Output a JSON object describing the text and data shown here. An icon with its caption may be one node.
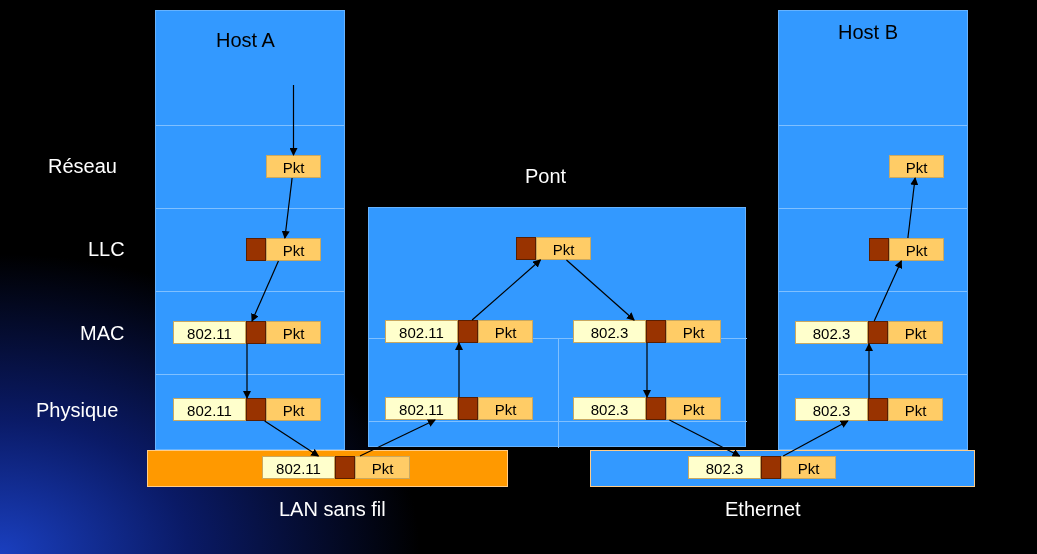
{
  "diagram": {
    "nodes": [
      {
        "text": [
          "Host A"
        ]
      },
      {
        "text": [
          "Pkt"
        ],
        "in": 0
      },
      {
        "text": [
          "Pkt"
        ],
        "in": 0
      },
      {
        "text": [
          "802.11",
          "Pkt"
        ],
        "in": 0
      },
      {
        "text": [
          "802.11",
          "Pkt"
        ],
        "in": 0
      },
      {
        "text": [
          "Pont"
        ]
      },
      {
        "text": [
          "Pkt"
        ],
        "in": 5
      },
      {
        "text": [
          "802.11",
          "Pkt"
        ],
        "in": 5
      },
      {
        "text": [
          "802.3",
          "Pkt"
        ],
        "in": 5
      },
      {
        "text": [
          "802.11",
          "Pkt"
        ],
        "in": 5
      },
      {
        "text": [
          "802.3",
          "Pkt"
        ],
        "in": 5
      },
      {
        "text": [
          "Host B"
        ]
      },
      {
        "text": [
          "Pkt"
        ],
        "in": 11
      },
      {
        "text": [
          "Pkt"
        ],
        "in": 11
      },
      {
        "text": [
          "802.3",
          "Pkt"
        ],
        "in": 11
      },
      {
        "text": [
          "802.3",
          "Pkt"
        ],
        "in": 11
      },
      {
        "text": [
          "LAN sans fil"
        ]
      },
      {
        "text": [
          "802.11",
          "Pkt"
        ],
        "in": 16
      },
      {
        "text": [
          "Ethernet"
        ]
      },
      {
        "text": [
          "802.3",
          "Pkt"
        ],
        "in": 18
      }
    ],
    "edges": [
      {
        "from": null,
        "to": 1,
        "arrow": "to"
      },
      {
        "from": 1,
        "to": 2,
        "arrow": "to"
      },
      {
        "from": 2,
        "to": 3,
        "arrow": "to"
      },
      {
        "from": 3,
        "to": 4,
        "arrow": "to"
      },
      {
        "from": 4,
        "to": 17,
        "arrow": "to"
      },
      {
        "from": 17,
        "to": 9,
        "arrow": "to"
      },
      {
        "from": 9,
        "to": 7,
        "arrow": "to"
      },
      {
        "from": 7,
        "to": 6,
        "arrow": "to"
      },
      {
        "from": 6,
        "to": 8,
        "arrow": "to"
      },
      {
        "from": 8,
        "to": 10,
        "arrow": "to"
      },
      {
        "from": 10,
        "to": 19,
        "arrow": "to"
      },
      {
        "from": 19,
        "to": 15,
        "arrow": "to"
      },
      {
        "from": 15,
        "to": 14,
        "arrow": "to"
      },
      {
        "from": 14,
        "to": 13,
        "arrow": "to"
      },
      {
        "from": 13,
        "to": 12,
        "arrow": "to"
      }
    ],
    "labels": [
      "Réseau",
      "LLC",
      "MAC",
      "Physique"
    ]
  }
}
